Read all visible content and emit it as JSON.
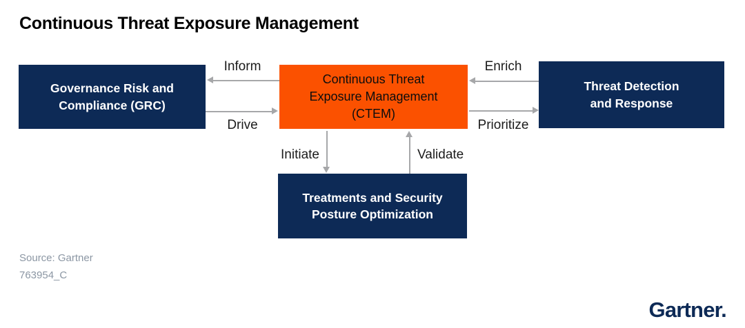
{
  "title": "Continuous Threat Exposure Management",
  "colors": {
    "navy_box": "#0D2A56",
    "orange_box": "#FB5100",
    "arrow_gray": "#A6A7A9",
    "edge_label_text": "#1B1B1B",
    "node_text_light": "#FFFFFF",
    "node_text_dark": "#0D0D0D",
    "source_text_gray": "#8B96A3",
    "logo_navy": "#0D2A56",
    "title_black": "#000000"
  },
  "diagram": {
    "nodes": {
      "grc": "Governance Risk and\nCompliance (GRC)",
      "ctem": "Continuous Threat\nExposure Management\n(CTEM)",
      "tdr": "Threat Detection\nand Response",
      "tspo": "Treatments and Security\nPosture Optimization"
    },
    "edges": {
      "inform": "Inform",
      "drive": "Drive",
      "enrich": "Enrich",
      "prioritize": "Prioritize",
      "initiate": "Initiate",
      "validate": "Validate"
    }
  },
  "footer": {
    "source": "Source: Gartner",
    "document_id": "763954_C",
    "logo_text": "Gartner."
  }
}
